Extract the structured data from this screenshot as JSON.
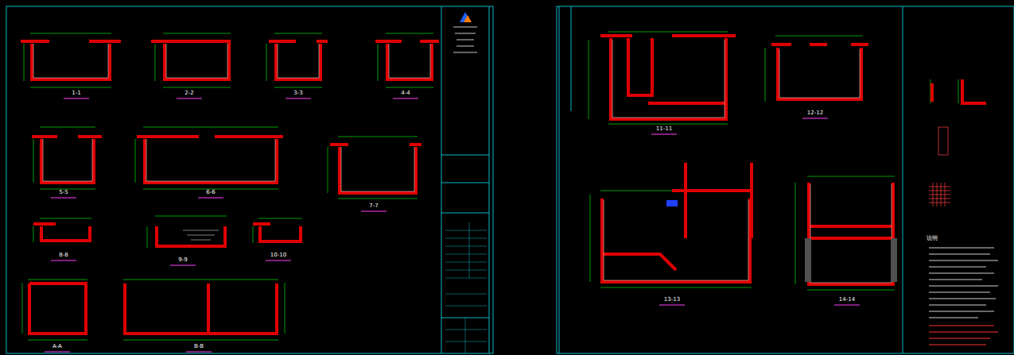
{
  "diagram": {
    "labels": [
      "1-1",
      "2-2",
      "3-3",
      "4-4",
      "5-5",
      "6-6",
      "7-7",
      "8-8",
      "9-9",
      "10-10",
      "A-A",
      "B-B",
      "11-11",
      "12-12",
      "13-13",
      "14-14",
      "说明"
    ]
  }
}
